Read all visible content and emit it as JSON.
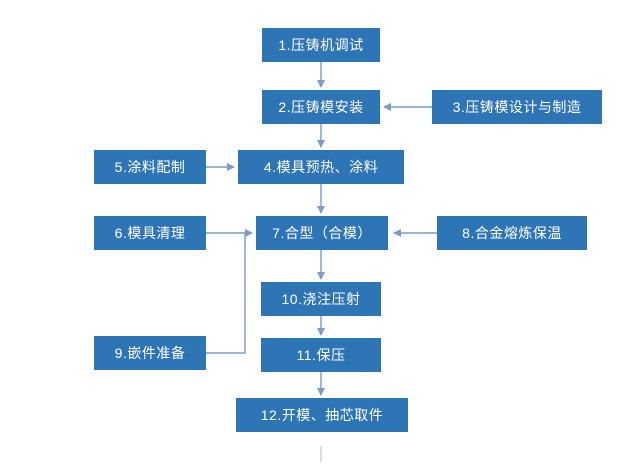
{
  "diagram": {
    "type": "flowchart",
    "subject": "die-casting process flow",
    "colors": {
      "node-color": "#2e75b6",
      "arrow-color": "#7c9cc4",
      "faint-color": "#c9ced4",
      "node-text-color": "#ffffff",
      "background": "#ffffff"
    },
    "nodes": [
      {
        "id": 1,
        "label": "1.压铸机调试"
      },
      {
        "id": 2,
        "label": "2.压铸模安装"
      },
      {
        "id": 3,
        "label": "3.压铸模设计与制造"
      },
      {
        "id": 4,
        "label": "4.模具预热、涂料"
      },
      {
        "id": 5,
        "label": "5.涂料配制"
      },
      {
        "id": 6,
        "label": "6.模具清理"
      },
      {
        "id": 7,
        "label": "7.合型（合模）"
      },
      {
        "id": 8,
        "label": "8.合金熔炼保温"
      },
      {
        "id": 9,
        "label": "9.嵌件准备"
      },
      {
        "id": 10,
        "label": "10.浇注压射"
      },
      {
        "id": 11,
        "label": "11.保压"
      },
      {
        "id": 12,
        "label": "12.开模、抽芯取件"
      }
    ],
    "edges": [
      {
        "from": 1,
        "to": 2
      },
      {
        "from": 3,
        "to": 2
      },
      {
        "from": 2,
        "to": 4
      },
      {
        "from": 5,
        "to": 4
      },
      {
        "from": 4,
        "to": 7
      },
      {
        "from": 6,
        "to": 7
      },
      {
        "from": 8,
        "to": 7
      },
      {
        "from": 9,
        "to": 7
      },
      {
        "from": 7,
        "to": 10
      },
      {
        "from": 10,
        "to": 11
      },
      {
        "from": 11,
        "to": 12
      }
    ]
  }
}
